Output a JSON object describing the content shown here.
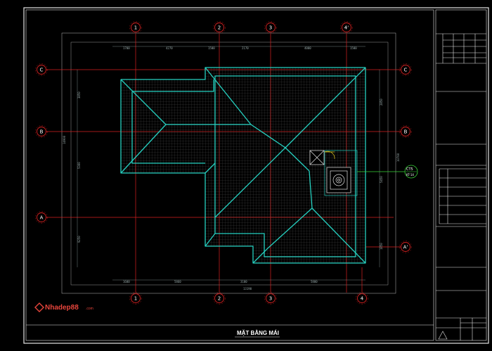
{
  "drawing": {
    "title": "MẶT BẰNG MÁI",
    "logo_text": "Nhadep88",
    "logo_suffix": ".com",
    "tag_code": "CT5",
    "tag_sub": "KT-14"
  },
  "axes": {
    "top": [
      "1",
      "2",
      "3",
      "4'"
    ],
    "bottom": [
      "1",
      "2",
      "3",
      "4"
    ],
    "left": [
      "C",
      "B",
      "A"
    ],
    "right": [
      "C",
      "B",
      "A'"
    ]
  },
  "dimensions": {
    "top": [
      "1700",
      "4270",
      "1500",
      "2170",
      "4000",
      "1500"
    ],
    "bottom": [
      "1600",
      "5860",
      "3100",
      "5800"
    ],
    "bottom_total": "13190",
    "left": [
      "3850",
      "5300",
      "9250"
    ],
    "left_total": "14900",
    "right": [
      "2850",
      "5450",
      "1850"
    ],
    "right_total": "10700"
  },
  "colors": {
    "grid_line": "#d92020",
    "roof_ridge": "#25d0c0",
    "roof_outline": "#1fb8a8",
    "hatch": "#5a5a5a",
    "frame": "#e6e6e6",
    "dim": "#8fa0a0",
    "tag": "#39d639"
  }
}
